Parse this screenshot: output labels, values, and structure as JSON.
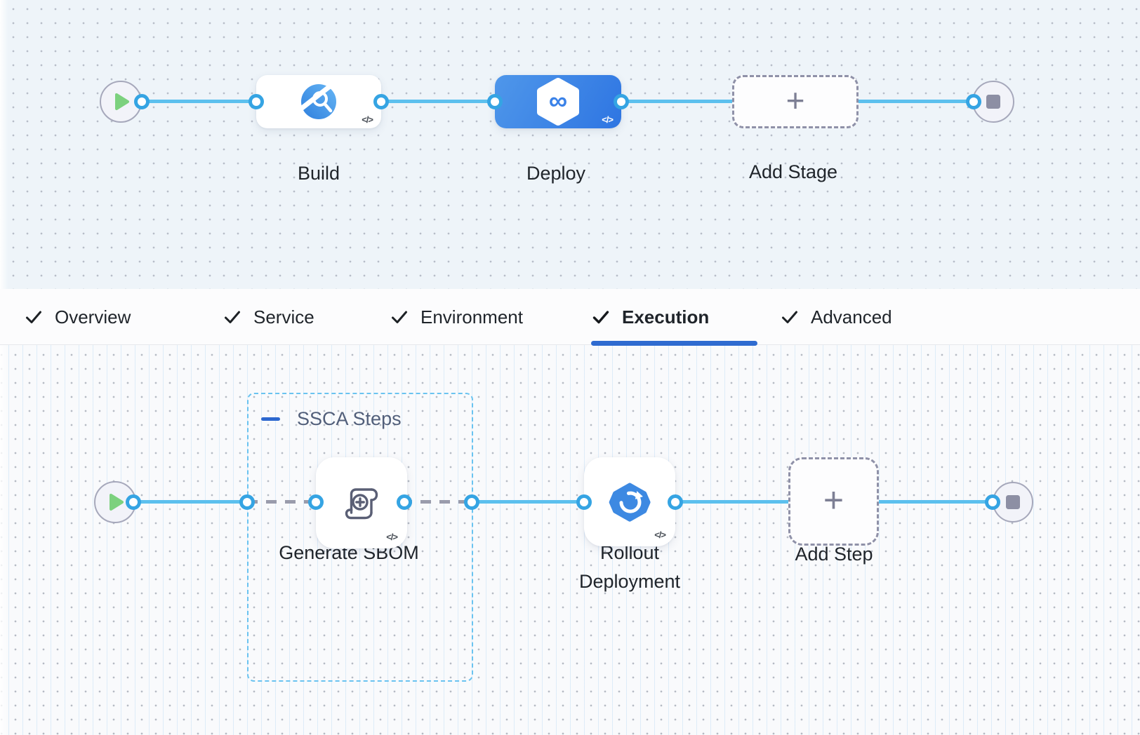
{
  "stage_pipeline": {
    "labels": {
      "build": "Build",
      "deploy": "Deploy",
      "add_stage": "Add Stage"
    }
  },
  "tabs": {
    "items": [
      {
        "label": "Overview",
        "checked": true,
        "active": false
      },
      {
        "label": "Service",
        "checked": true,
        "active": false
      },
      {
        "label": "Environment",
        "checked": true,
        "active": false
      },
      {
        "label": "Execution",
        "checked": true,
        "active": true
      },
      {
        "label": "Advanced",
        "checked": true,
        "active": false
      }
    ]
  },
  "execution_pipeline": {
    "group_label": "SSCA Steps",
    "labels": {
      "generate_sbom": "Generate SBOM",
      "rollout_deployment": "Rollout Deployment",
      "add_step": "Add Step"
    }
  },
  "glyphs": {
    "code_badge": "</>",
    "plus": "+",
    "infinity": "∞"
  },
  "icons": [
    "play-icon",
    "stop-icon",
    "ci-build-icon",
    "cd-hexagon-infinity-icon",
    "sbom-scroll-plus-icon",
    "rollout-circular-arrow-icon",
    "check-icon",
    "plus-icon",
    "code-yaml-icon",
    "collapse-minus-icon"
  ],
  "colors": {
    "accent_blue": "#2f6bd0",
    "connector_blue": "#5cc0ee",
    "port_ring_blue": "#35a4e3",
    "deploy_gradient_start": "#4f97ea",
    "deploy_gradient_end": "#2e75e2",
    "group_border_blue": "#6ac3f0",
    "success_green": "#7cd17e",
    "node_gray": "#8d8fa4"
  }
}
